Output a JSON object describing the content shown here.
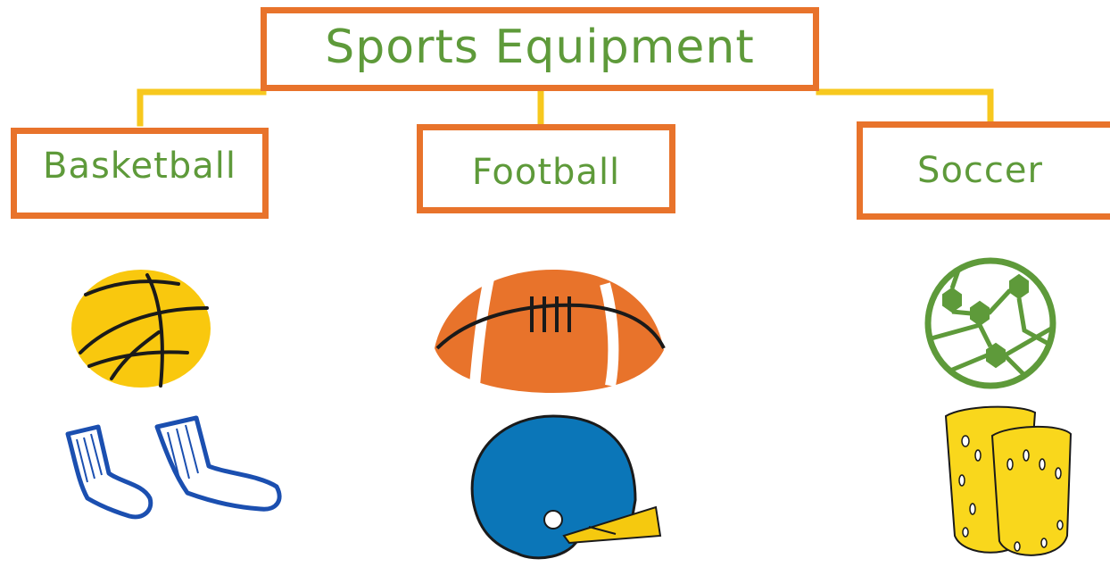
{
  "title": "Sports Equipment",
  "categories": [
    {
      "label": "Basketball",
      "items": [
        "basketball",
        "socks"
      ]
    },
    {
      "label": "Football",
      "items": [
        "football",
        "helmet"
      ]
    },
    {
      "label": "Soccer",
      "items": [
        "soccer-ball",
        "shin-guards"
      ]
    }
  ],
  "colors": {
    "box_border": "#e8732b",
    "connector": "#f7c81e",
    "label_text": "#5e9a3a",
    "basketball": "#f9c80e",
    "football": "#e8732b",
    "socks": "#1b4fb0",
    "helmet": "#0b76b8",
    "soccer_ball": "#5e9a3a",
    "shin_guards": "#f9d71c"
  }
}
